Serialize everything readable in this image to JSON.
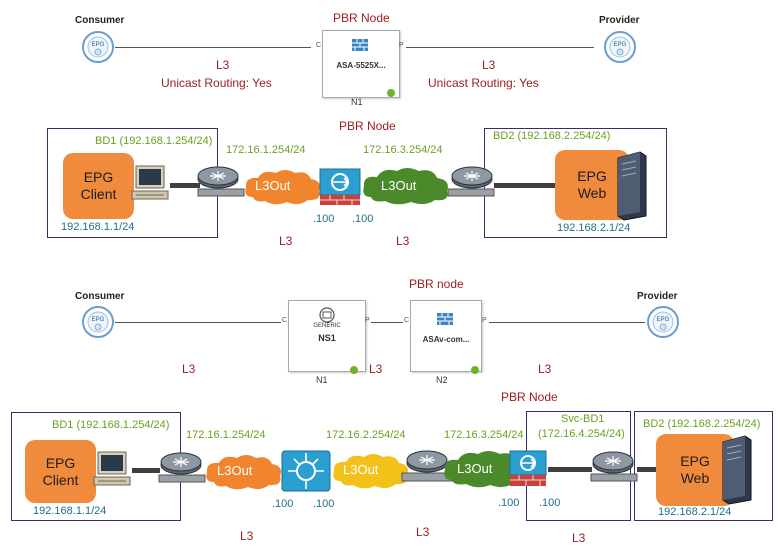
{
  "top": {
    "consumer": "Consumer",
    "provider": "Provider",
    "pbr_title": "PBR Node",
    "node_name": "ASA-5525X...",
    "node_id": "N1",
    "port_c": "C",
    "port_p": "P",
    "epg": "EPG",
    "left_l3": "L3",
    "left_routing": "Unicast Routing: Yes",
    "right_l3": "L3",
    "right_routing": "Unicast Routing: Yes"
  },
  "phys1": {
    "pbr_title": "PBR Node",
    "bd1": "BD1 (192.168.1.254/24)",
    "bd2": "BD2 (192.168.2.254/24)",
    "epg_client_1": "EPG",
    "epg_client_2": "Client",
    "epg_web_1": "EPG",
    "epg_web_2": "Web",
    "client_ip": "192.168.1.1/24",
    "web_ip": "192.168.2.1/24",
    "ip_left": "172.16.1.254/24",
    "ip_right": "172.16.3.254/24",
    "l3out_left": "L3Out",
    "l3out_right": "L3Out",
    "dot100_left": ".100",
    "dot100_right": ".100",
    "l3_left": "L3",
    "l3_right": "L3"
  },
  "mid": {
    "consumer": "Consumer",
    "provider": "Provider",
    "pbr_title": "PBR node",
    "ns_generic": "GENERIC",
    "ns_name": "NS1",
    "asav_name": "ASAv-com...",
    "n1": "N1",
    "n2": "N2",
    "epg": "EPG",
    "port_c": "C",
    "port_p": "P",
    "l3_left": "L3",
    "l3_mid": "L3",
    "l3_right": "L3"
  },
  "phys2": {
    "pbr_title": "PBR Node",
    "bd1": "BD1 (192.168.1.254/24)",
    "svc_bd1_1": "Svc-BD1",
    "svc_bd1_2": "(172.16.4.254/24)",
    "bd2": "BD2 (192.168.2.254/24)",
    "epg_client_1": "EPG",
    "epg_client_2": "Client",
    "epg_web_1": "EPG",
    "epg_web_2": "Web",
    "client_ip": "192.168.1.1/24",
    "web_ip": "192.168.2.1/24",
    "ip_1": "172.16.1.254/24",
    "ip_2": "172.16.2.254/24",
    "ip_3": "172.16.3.254/24",
    "l3out_1": "L3Out",
    "l3out_2": "L3Out",
    "l3out_3": "L3Out",
    "dot100_1": ".100",
    "dot100_2": ".100",
    "dot100_3": ".100",
    "dot100_4": ".100",
    "l3_1": "L3",
    "l3_2": "L3",
    "l3_3": "L3"
  },
  "colors": {
    "red_text": "#9b1c1c",
    "green_text": "#6aa120",
    "teal_text": "#1f6f8b",
    "epg_orange": "#f08a3c",
    "cloud_orange": "#f0852e",
    "cloud_green": "#4b8a2a",
    "cloud_yellow": "#f2c21b",
    "firewall_blue": "#2a9fd0"
  }
}
